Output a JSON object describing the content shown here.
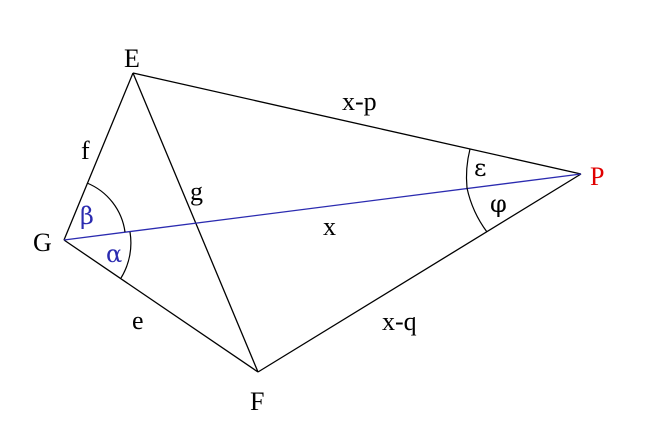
{
  "points": {
    "E": "E",
    "F": "F",
    "G": "G",
    "P": "P"
  },
  "segments": {
    "EP": "x-p",
    "FP": "x-q",
    "GP": "x",
    "GE": "f",
    "GF": "e",
    "EF": "g"
  },
  "angles": {
    "beta": "β",
    "alpha": "α",
    "epsilon": "ε",
    "phi": "φ"
  },
  "colors": {
    "line": "#000000",
    "accent_line": "#2b2bb0",
    "point_P": "#e00000",
    "angle_label_G": "#2b2bb0"
  }
}
